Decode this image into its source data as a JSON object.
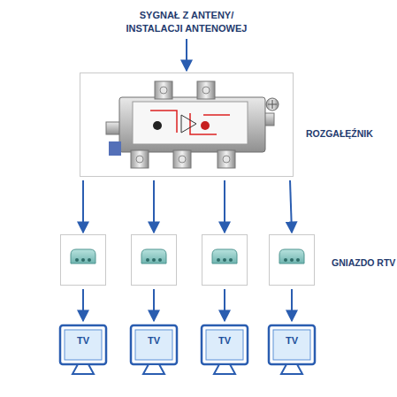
{
  "diagram": {
    "title": "SYGNAŁ Z ANTENY/ INSTALACJI ANTENOWEJ",
    "nodes": [
      {
        "text": [
          "ROZGAŁĘŹNIK"
        ]
      },
      {
        "text": []
      },
      {
        "text": []
      },
      {
        "text": []
      },
      {
        "text": [
          "GNIAZDO RTV"
        ]
      },
      {
        "text": [
          "TV"
        ]
      },
      {
        "text": [
          "TV"
        ]
      },
      {
        "text": [
          "TV"
        ]
      },
      {
        "text": [
          "TV"
        ]
      }
    ],
    "edges": [
      {
        "from": 0,
        "to": 1,
        "arrow": "to"
      },
      {
        "from": 0,
        "to": 2,
        "arrow": "to"
      },
      {
        "from": 0,
        "to": 3,
        "arrow": "to"
      },
      {
        "from": 0,
        "to": 4,
        "arrow": "to"
      },
      {
        "from": 1,
        "to": 5,
        "arrow": "to"
      },
      {
        "from": 2,
        "to": 6,
        "arrow": "to"
      },
      {
        "from": 3,
        "to": 7,
        "arrow": "to"
      },
      {
        "from": 4,
        "to": 8,
        "arrow": "to"
      }
    ]
  }
}
